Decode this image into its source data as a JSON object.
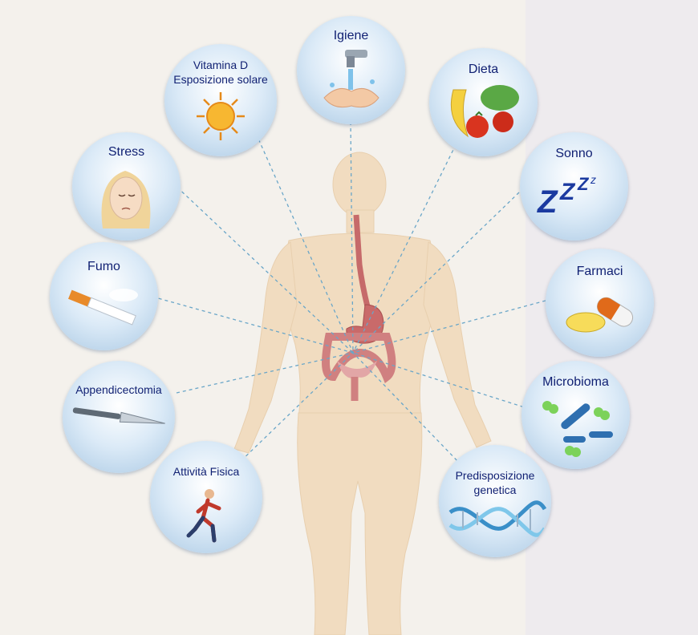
{
  "diagram": {
    "factors": [
      {
        "id": "igiene",
        "label": "Igiene"
      },
      {
        "id": "vitamina_d",
        "label": "Vitamina D\nEsposizione solare",
        "line1": "Vitamina D",
        "line2": "Esposizione solare"
      },
      {
        "id": "dieta",
        "label": "Dieta"
      },
      {
        "id": "stress",
        "label": "Stress"
      },
      {
        "id": "sonno",
        "label": "Sonno"
      },
      {
        "id": "fumo",
        "label": "Fumo"
      },
      {
        "id": "farmaci",
        "label": "Farmaci"
      },
      {
        "id": "appendicectomia",
        "label": "Appendicectomia"
      },
      {
        "id": "microbioma",
        "label": "Microbioma"
      },
      {
        "id": "attivita_fisica",
        "label": "Attività Fisica"
      },
      {
        "id": "predisposizione",
        "label": "Predisposizione\ngenetica",
        "line1": "Predisposizione",
        "line2": "genetica"
      }
    ],
    "sleep_glyph": "ZZZ",
    "colors": {
      "label": "#0f1f72",
      "connector": "#6aa6c8",
      "body": "#f0dcc2",
      "organ": "#c66a6a",
      "bubble_edge": "#a9c8e3"
    }
  }
}
